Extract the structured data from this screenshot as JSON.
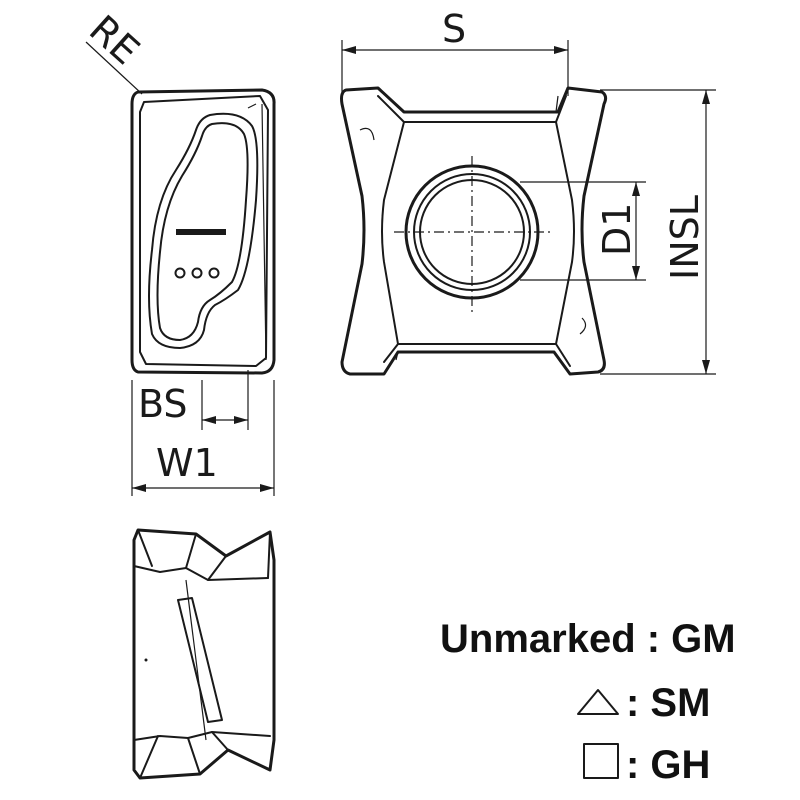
{
  "dimensions": {
    "re": "RE",
    "s": "S",
    "bs": "BS",
    "w1": "W1",
    "d1": "D1",
    "insl": "INSL"
  },
  "legend": {
    "row1": "Unmarked : GM",
    "row2": ": SM",
    "row3": ": GH"
  },
  "colors": {
    "line": "#1a1a1a",
    "background": "#ffffff"
  }
}
